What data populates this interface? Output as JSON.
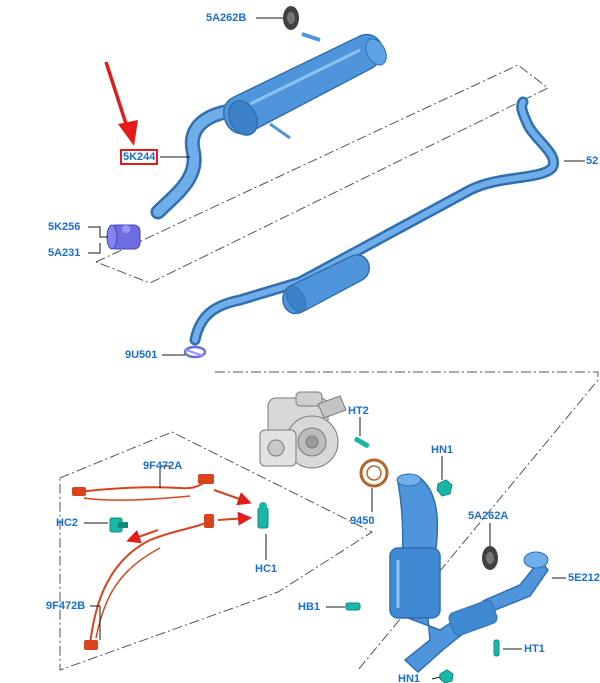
{
  "colors": {
    "part_blue": "#4f95dc",
    "part_blue_dark": "#2f6fb2",
    "label_blue": "#1a6fd1",
    "leader": "#1a1a1a",
    "sensor_wire": "#d9441c",
    "sensor_green": "#19b7a6",
    "callout_red": "#e31b1b",
    "clamp_purple": "#6f6ee0",
    "mount_dark": "#404040"
  },
  "callouts": {
    "arrow_target": "5K244",
    "arrow_icon": "red-arrow-icon"
  },
  "labels": {
    "5A262B": "5A262B",
    "5K244": "5K244",
    "5K256": "5K256",
    "5A231": "5A231",
    "52": "52",
    "9U501": "9U501",
    "HT2": "HT2",
    "HN1_top": "HN1",
    "9F472A": "9F472A",
    "HC2": "HC2",
    "HC1": "HC1",
    "9450": "9450",
    "5A262A": "5A262A",
    "5E212": "5E212",
    "9F472B": "9F472B",
    "HB1": "HB1",
    "HT1": "HT1",
    "HN1_bottom": "HN1"
  }
}
